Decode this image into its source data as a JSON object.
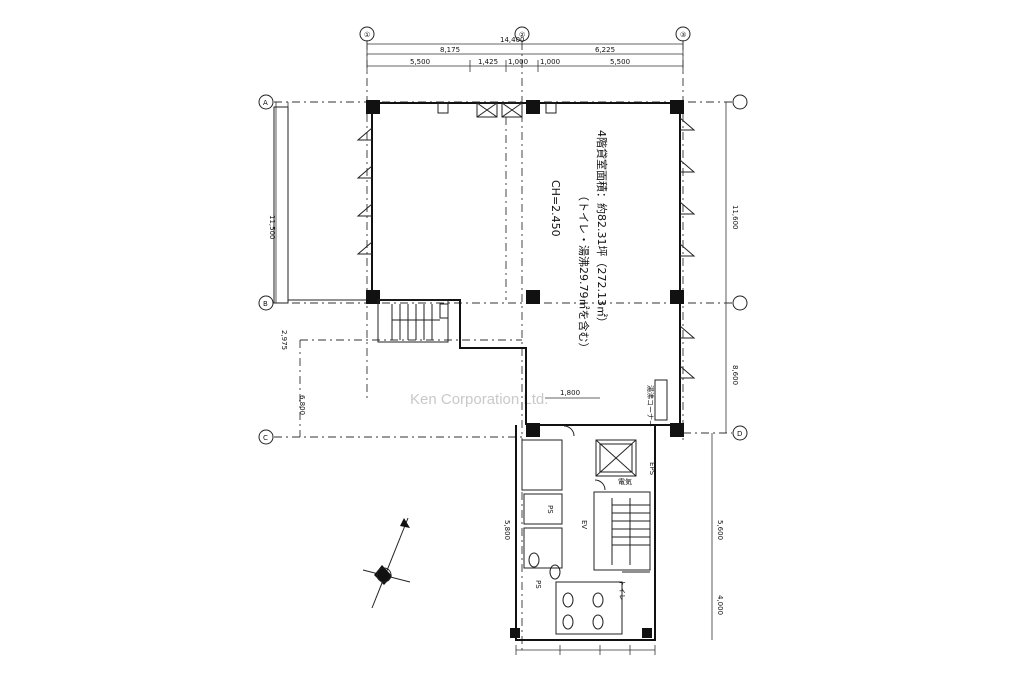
{
  "floor_info": {
    "area_label": "4階貸室面積：約82.31坪（272.13㎡）",
    "toilet_label": "（トイレ・湯沸29.79㎡を含む）",
    "ceiling_height": "CH=2.450"
  },
  "room_labels": {
    "hall": "EV",
    "kitchen": "湯沸コーナー",
    "machine": "電気",
    "toilet": "トイレ",
    "pipe": "PS",
    "pipe2": "PS",
    "shaft": "EPS"
  },
  "watermark": "Ken Corporation Ltd.",
  "grid_labels": [
    "①",
    "②",
    "③",
    "A",
    "B",
    "C",
    "D"
  ],
  "dimensions": {
    "top_total": "14,400",
    "top_left": "8,175",
    "top_right": "6,225",
    "top_segments": [
      "5,500",
      "1,425",
      "1,000",
      "1,000",
      "5,500"
    ],
    "left_span": "11,500",
    "left_bottom": "2,975",
    "left_lower": "6,800",
    "right_upper": "11,600",
    "right_lower": "5,600",
    "bottom_lower": "4,000",
    "mid_label": "8,600",
    "low_label": "5,800",
    "stair_dim": "1,800"
  }
}
